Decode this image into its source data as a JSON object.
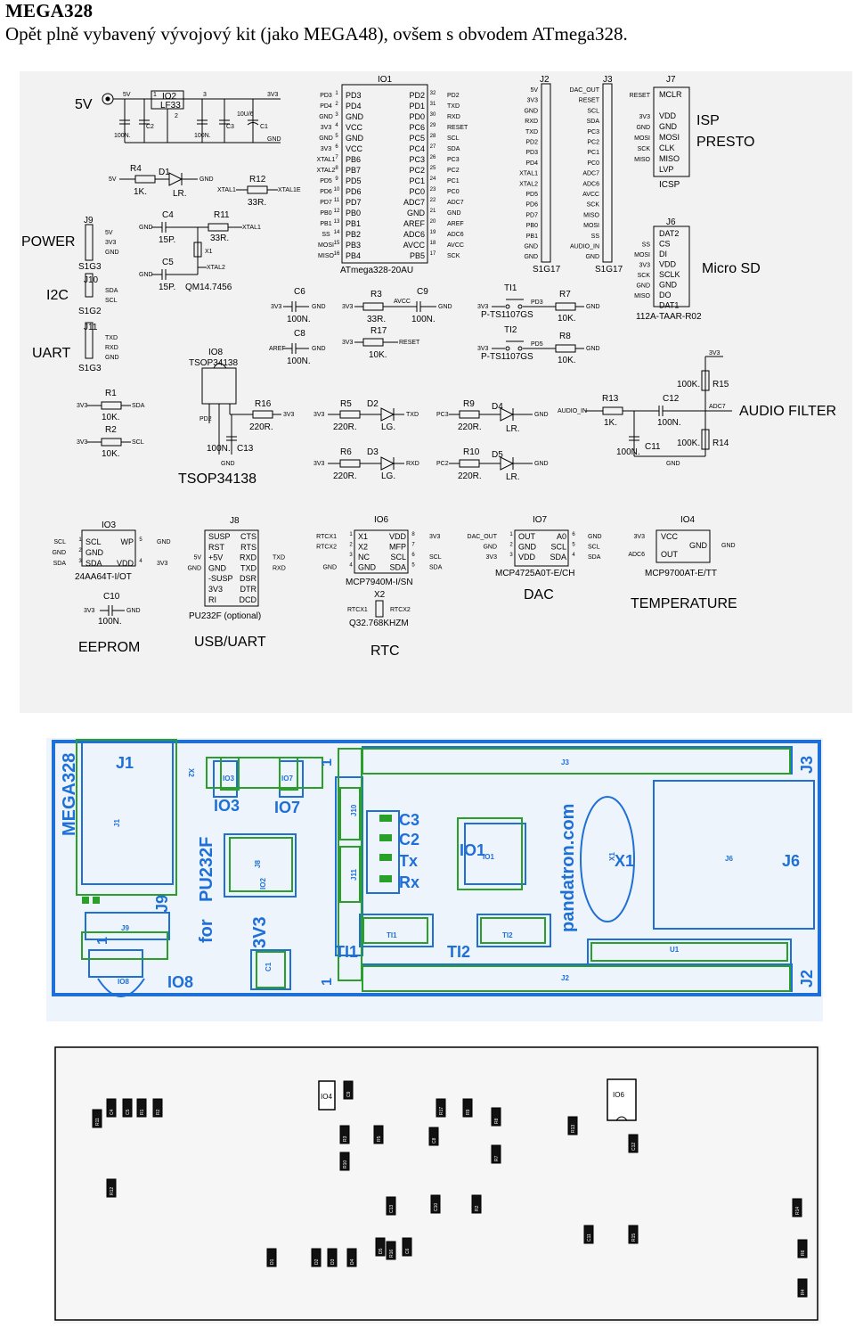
{
  "doc": {
    "title": "MEGA328",
    "subtitle": "Opět plně vybavený vývojový kit (jako MEGA48), ovšem s obvodem ATmega328."
  },
  "schematic": {
    "section_labels": {
      "power": "POWER",
      "i2c": "I2C",
      "uart": "UART",
      "isp": "ISP",
      "presto": "PRESTO",
      "micro_sd": "Micro SD",
      "audio_filter": "AUDIO FILTER",
      "tsop": "TSOP34138",
      "eeprom": "EEPROM",
      "usb_uart": "USB/UART",
      "rtc": "RTC",
      "dac": "DAC",
      "temperature": "TEMPERATURE"
    },
    "power_in": "5V",
    "ic1": {
      "ref": "IO1",
      "part": "ATmega328-20AU",
      "left_ext": [
        "PD3",
        "PD4",
        "GND",
        "3V3",
        "GND",
        "3V3",
        "XTAL1",
        "XTAL2",
        "PD5",
        "PD6",
        "PD7",
        "PB0",
        "PB1",
        "SS",
        "MOSI",
        "MISO"
      ],
      "left_nums": [
        "1",
        "2",
        "3",
        "4",
        "5",
        "6",
        "7",
        "8",
        "9",
        "10",
        "11",
        "12",
        "13",
        "14",
        "15",
        "16"
      ],
      "left_pins": [
        "PD3",
        "PD4",
        "GND",
        "VCC",
        "GND",
        "VCC",
        "PB6",
        "PB7",
        "PD5",
        "PD6",
        "PD7",
        "PB0",
        "PB1",
        "PB2",
        "PB3",
        "PB4"
      ],
      "right_pins": [
        "PD2",
        "PD1",
        "PD0",
        "PC6",
        "PC5",
        "PC4",
        "PC3",
        "PC2",
        "PC1",
        "PC0",
        "ADC7",
        "GND",
        "AREF",
        "ADC6",
        "AVCC",
        "PB5"
      ],
      "right_nums": [
        "32",
        "31",
        "30",
        "29",
        "28",
        "27",
        "26",
        "25",
        "24",
        "23",
        "22",
        "21",
        "20",
        "19",
        "18",
        "17"
      ],
      "right_ext": [
        "PD2",
        "TXD",
        "RXD",
        "RESET",
        "SCL",
        "SDA",
        "PC3",
        "PC2",
        "PC1",
        "PC0",
        "ADC7",
        "GND",
        "AREF",
        "ADC6",
        "AVCC",
        "SCK"
      ]
    },
    "j2": {
      "ref": "J2",
      "type": "S1G17",
      "pins": [
        "5V",
        "3V3",
        "GND",
        "RXD",
        "TXD",
        "PD2",
        "PD3",
        "PD4",
        "XTAL1",
        "XTAL2",
        "PD5",
        "PD6",
        "PD7",
        "PB0",
        "PB1",
        "GND",
        "GND"
      ]
    },
    "j3": {
      "ref": "J3",
      "type": "S1G17",
      "pins": [
        "DAC_OUT",
        "RESET",
        "SCL",
        "SDA",
        "PC3",
        "PC2",
        "PC1",
        "PC0",
        "ADC7",
        "ADC6",
        "AVCC",
        "SCK",
        "MISO",
        "MOSI",
        "SS",
        "AUDIO_IN",
        "GND"
      ]
    },
    "j7": {
      "ref": "J7",
      "type": "ICSP",
      "ext": [
        "RESET",
        "",
        "3V3",
        "GND",
        "MOSI",
        "SCK",
        "MISO",
        ""
      ],
      "pins": [
        "MCLR",
        "",
        "VDD",
        "GND",
        "MOSI",
        "CLK",
        "MISO",
        "LVP"
      ]
    },
    "j6": {
      "ref": "J6",
      "type": "112A-TAAR-R02",
      "ext": [
        "",
        "SS",
        "MOSI",
        "3V3",
        "SCK",
        "GND",
        "MISO",
        ""
      ],
      "pins": [
        "DAT2",
        "CS",
        "DI",
        "VDD",
        "SCLK",
        "GND",
        "DO",
        "DAT1"
      ]
    },
    "j9": {
      "ref": "J9",
      "type": "S1G3",
      "pins": [
        "5V",
        "3V3",
        "GND"
      ]
    },
    "j10": {
      "ref": "J10",
      "type": "S1G2",
      "pins": [
        "SDA",
        "SCL"
      ]
    },
    "j11": {
      "ref": "J11",
      "type": "S1G3",
      "pins": [
        "TXD",
        "RXD",
        "GND"
      ]
    },
    "regulator": {
      "ref": "IO2",
      "part": "LF33",
      "c_in": "C2",
      "c_in_val": "100N.",
      "c_out": "C3",
      "c_out_val": "100N.",
      "c_bulk": "C1",
      "c_bulk_val": "10U/6",
      "n_5v": "5V",
      "n_3v3": "3V3",
      "n_gnd": "GND",
      "pin_in": "1",
      "pin_out": "3",
      "pin_gnd": "2"
    },
    "parts": {
      "r4": "R4",
      "r4_val": "1K.",
      "d1": "D1",
      "d1_val": "LR.",
      "r12": "R12",
      "r12_val": "33R.",
      "c4": "C4",
      "c4_val": "15P.",
      "c5": "C5",
      "c5_val": "15P.",
      "r11": "R11",
      "r11_val": "33R.",
      "x1": "X1",
      "x1_val": "QM14.7456",
      "c6": "C6",
      "c6_val": "100N.",
      "r3": "R3",
      "r3_val": "33R.",
      "c9": "C9",
      "c9_val": "100N.",
      "c8": "C8",
      "c8_val": "100N.",
      "r17": "R17",
      "r17_val": "10K.",
      "ti1": "TI1",
      "ti1_val": "P-TS1107GS",
      "ti2": "TI2",
      "ti2_val": "P-TS1107GS",
      "r7": "R7",
      "r7_val": "10K.",
      "r8": "R8",
      "r8_val": "10K.",
      "r1": "R1",
      "r1_val": "10K.",
      "r2": "R2",
      "r2_val": "10K.",
      "io8": "IO8",
      "io8_val": "TSOP34138",
      "r16": "R16",
      "r16_val": "220R.",
      "c13": "C13",
      "c13_val": "100N.",
      "r5": "R5",
      "r5_val": "220R.",
      "d2": "D2",
      "d2_val": "LG.",
      "r6": "R6",
      "r6_val": "220R.",
      "d3": "D3",
      "d3_val": "LG.",
      "r9": "R9",
      "r9_val": "220R.",
      "d4": "D4",
      "d4_val": "LR.",
      "r10": "R10",
      "r10_val": "220R.",
      "d5": "D5",
      "d5_val": "LR.",
      "r13": "R13",
      "r13_val": "1K.",
      "c12": "C12",
      "c12_val": "100N.",
      "c11": "C11",
      "c11_val": "100N.",
      "r15": "R15",
      "r15_val": "100K.",
      "r14": "R14",
      "r14_val": "100K."
    },
    "nets": {
      "n5v": "5V",
      "n3v3": "3V3",
      "gnd": "GND",
      "xtal1": "XTAL1",
      "xtal2": "XTAL2",
      "xtal1e": "XTAL1E",
      "avcc": "AVCC",
      "aref": "AREF",
      "reset": "RESET",
      "pd3": "PD3",
      "pd5": "PD5",
      "pd2": "PD2",
      "txd": "TXD",
      "rxd": "RXD",
      "pc3": "PC3",
      "pc2": "PC2",
      "sda": "SDA",
      "scl": "SCL",
      "audio_in": "AUDIO_IN",
      "adc7": "ADC7",
      "adc6": "ADC6",
      "dac_out": "DAC_OUT",
      "rtcx1": "RTCX1",
      "rtcx2": "RTCX2"
    },
    "io3": {
      "ref": "IO3",
      "part": "24AA64T-I/OT",
      "c": "C10",
      "c_val": "100N.",
      "l_ext": [
        "SCL",
        "GND",
        "SDA"
      ],
      "l_num": [
        "1",
        "2",
        "3"
      ],
      "l_pins": [
        "SCL",
        "GND",
        "SDA"
      ],
      "r_pins": [
        "WP",
        "VDD"
      ],
      "r_num": [
        "5",
        "4"
      ],
      "r_ext": [
        "GND",
        "3V3"
      ]
    },
    "j8": {
      "ref": "J8",
      "part": "PU232F (optional)",
      "l_ext": [
        "",
        "",
        "5V",
        "GND",
        "",
        "",
        ""
      ],
      "l_pins": [
        "SUSP",
        "RST",
        "+5V",
        "GND",
        "-SUSP",
        "3V3",
        "RI"
      ],
      "r_pins": [
        "CTS",
        "RTS",
        "RXD",
        "TXD",
        "DSR",
        "DTR",
        "DCD"
      ],
      "r_ext": [
        "",
        "",
        "TXD",
        "RXD",
        "",
        "",
        ""
      ]
    },
    "io6": {
      "ref": "IO6",
      "part": "MCP7940M-I/SN",
      "x": "X2",
      "x_val": "Q32.768KHZM",
      "l_ext": [
        "RTCX1",
        "RTCX2",
        "",
        "GND"
      ],
      "l_num": [
        "1",
        "2",
        "3",
        "4"
      ],
      "l_pins": [
        "X1",
        "X2",
        "NC",
        "GND"
      ],
      "r_pins": [
        "VDD",
        "MFP",
        "SCL",
        "SDA"
      ],
      "r_num": [
        "8",
        "7",
        "6",
        "5"
      ],
      "r_ext": [
        "3V3",
        "",
        "SCL",
        "SDA"
      ]
    },
    "io7": {
      "ref": "IO7",
      "part": "MCP4725A0T-E/CH",
      "l_ext": [
        "DAC_OUT",
        "GND",
        "3V3"
      ],
      "l_num": [
        "1",
        "2",
        "3"
      ],
      "l_pins": [
        "OUT",
        "GND",
        "VDD"
      ],
      "r_pins": [
        "A0",
        "SCL",
        "SDA"
      ],
      "r_num": [
        "6",
        "5",
        "4"
      ],
      "r_ext": [
        "GND",
        "SCL",
        "SDA"
      ]
    },
    "io4": {
      "ref": "IO4",
      "part": "MCP9700AT-E/TT",
      "l_ext": [
        "3V3",
        "ADC6"
      ],
      "l_pins": [
        "VCC",
        "OUT"
      ],
      "r_pins": [
        "GND"
      ],
      "r_ext": [
        "GND"
      ]
    }
  },
  "pcb_top": {
    "board_name": "MEGA328",
    "j1": "J1",
    "j1_small": "J1",
    "j9": "J9",
    "j9_small": "J9",
    "x2": "X2",
    "io3": "IO3",
    "io3_small": "IO3",
    "io7": "IO7",
    "io7_small": "IO7",
    "for": "for",
    "pu232f": "PU232F",
    "v3v3": "3V3",
    "j8": "J8",
    "io2": "IO2",
    "c1": "C1",
    "one": "1",
    "j3": "J3",
    "j3_small": "J3",
    "j10": "J10",
    "j11": "J11",
    "c3": "C3",
    "c2": "C2",
    "tx": "Tx",
    "rx": "Rx",
    "io1": "IO1",
    "io1_small": "IO1",
    "website": "pandatron.com",
    "x1": "X1",
    "x1_small": "X1",
    "j6": "J6",
    "j6_small": "J6",
    "ti1": "TI1",
    "ti1_small": "TI1",
    "ti2": "TI2",
    "ti2_small": "TI2",
    "u1": "U1",
    "j2": "J2",
    "j2_small": "J2",
    "io8": "IO8",
    "io8_small": "IO8"
  },
  "pcb_bottom": {
    "io4": "IO4",
    "io6": "IO6",
    "smd": [
      "R11",
      "C4",
      "C5",
      "R1",
      "R2",
      "R12",
      "C9",
      "R3",
      "R5",
      "R10",
      "R17",
      "R9",
      "R8",
      "R7",
      "C13",
      "R16",
      "R13",
      "C12",
      "C11",
      "R15",
      "R14",
      "R6",
      "R4",
      "D1",
      "D2",
      "D3",
      "D4",
      "D5",
      "C6",
      "C8",
      "C10",
      "R2"
    ]
  },
  "colors": {
    "schematic_bg": "#f2f2f2",
    "pcb_outline": "#1e6fd6",
    "pcb_copper": "#2aa02a",
    "pcb_text": "#1e6fd6"
  }
}
